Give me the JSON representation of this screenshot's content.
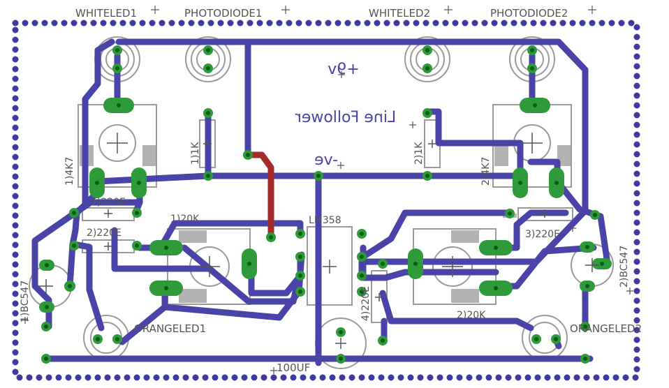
{
  "labels": {
    "whiteled1": "WHITELED1",
    "photodiode1": "PHOTODIODE1",
    "whiteled2": "WHITELED2",
    "photodiode2": "PHOTODIODE2",
    "r_1k_1": "1)1K",
    "r_1k_2": "2)1K",
    "pot_4k7_1": "1)4K7",
    "pot_4k7_2": "2)4K7",
    "r_220e_1": "1)220E",
    "r_220e_2": "2)220E",
    "r_220e_3": "3)220E",
    "r_220e_4": "4)220E",
    "pot_20k_1": "1)20K",
    "pot_20k_2": "2)20K",
    "ic": "LM358",
    "bc547_1": "1)BC547",
    "bc547_2": "2)BC547",
    "orangeled1": "ORANGELED1",
    "orangeled2": "ORANGELED2",
    "cap": "100UF"
  },
  "copper_text": {
    "plus9v": "+9v",
    "title": "Line Follower",
    "minusve": "-ve"
  },
  "colors": {
    "trace": "#4a43a8",
    "pad": "#2e9a3a",
    "pad_dark": "#0b5a16",
    "jumper": "#a52a2a",
    "silk": "#9a9a9a",
    "outline": "#3f3aa0"
  }
}
